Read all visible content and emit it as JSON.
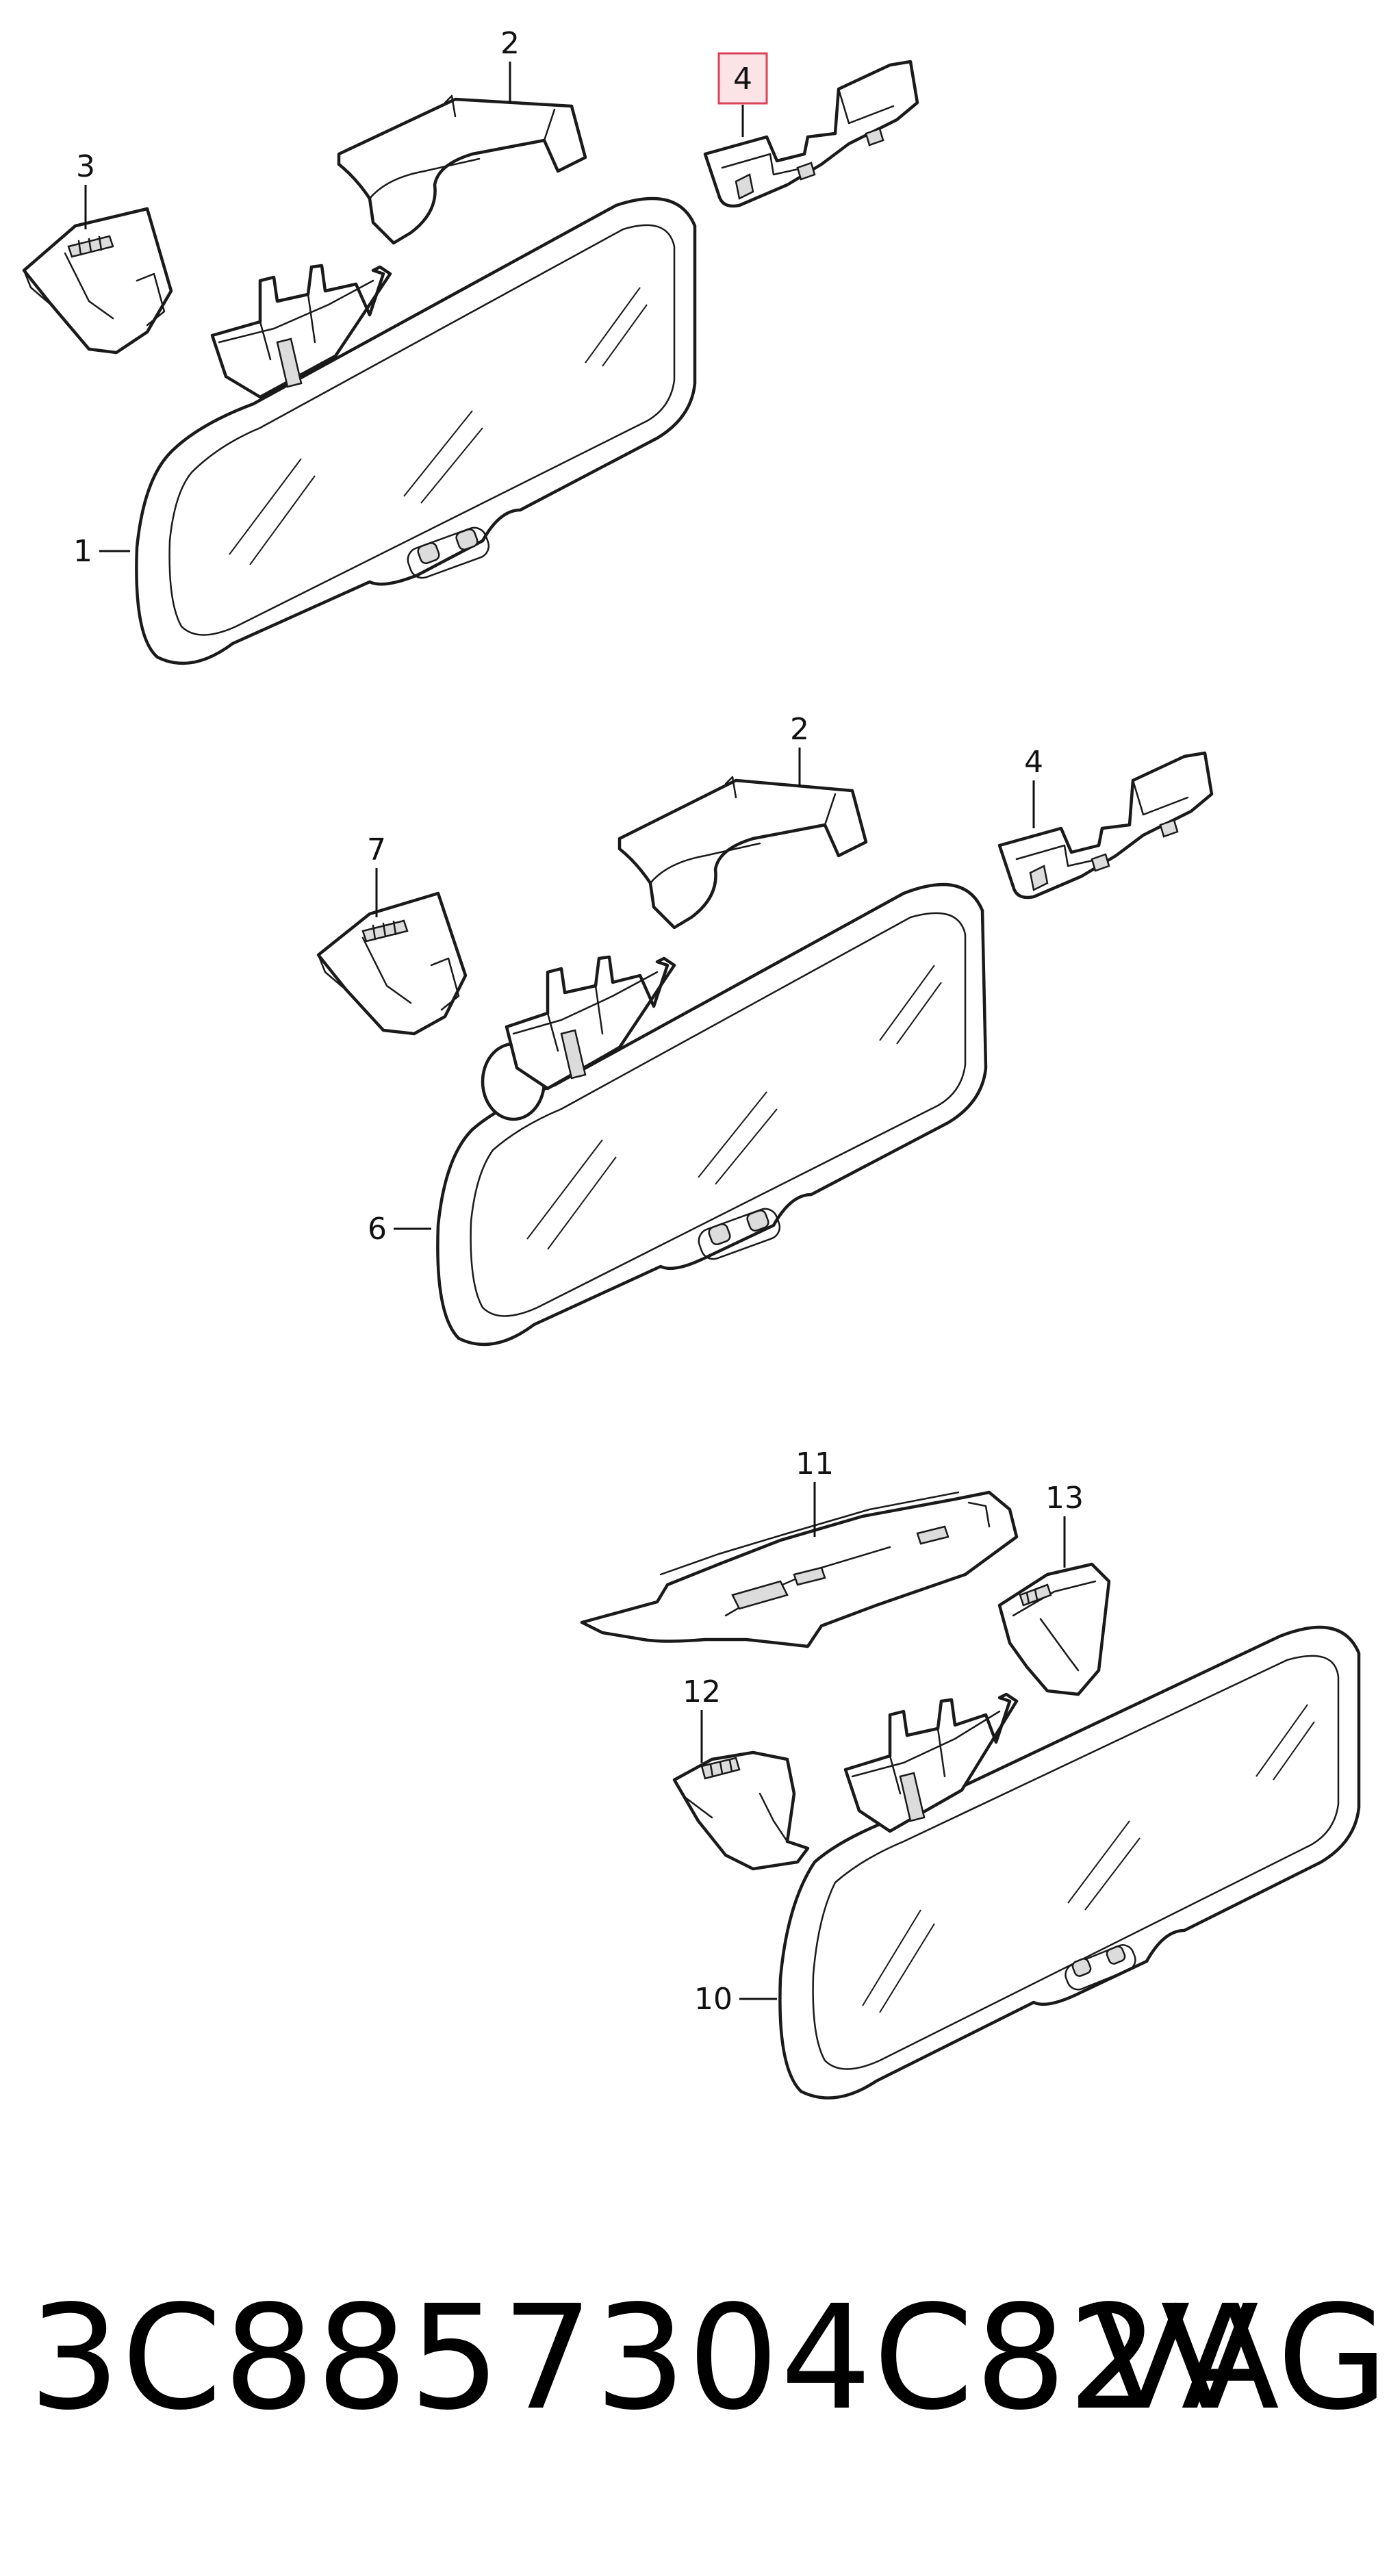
{
  "labels": {
    "p1_mirror": "1",
    "p1_cover_upper": "2",
    "p1_cover_left": "3",
    "p1_cover_right": "4",
    "p2_cover_upper": "2",
    "p2_cover_right": "4",
    "p2_cover_left": "7",
    "p2_mirror": "6",
    "p3_trim": "11",
    "p3_cover_right": "13",
    "p3_cover_left": "12",
    "p3_mirror": "10"
  },
  "highlighted_label": "4",
  "caption": {
    "part_number": "3C8857304C82V",
    "brand": "VAG"
  },
  "colors": {
    "line": "#1a1a1a",
    "highlight_fill": "#fbe3e6",
    "highlight_stroke": "#d9435a"
  }
}
